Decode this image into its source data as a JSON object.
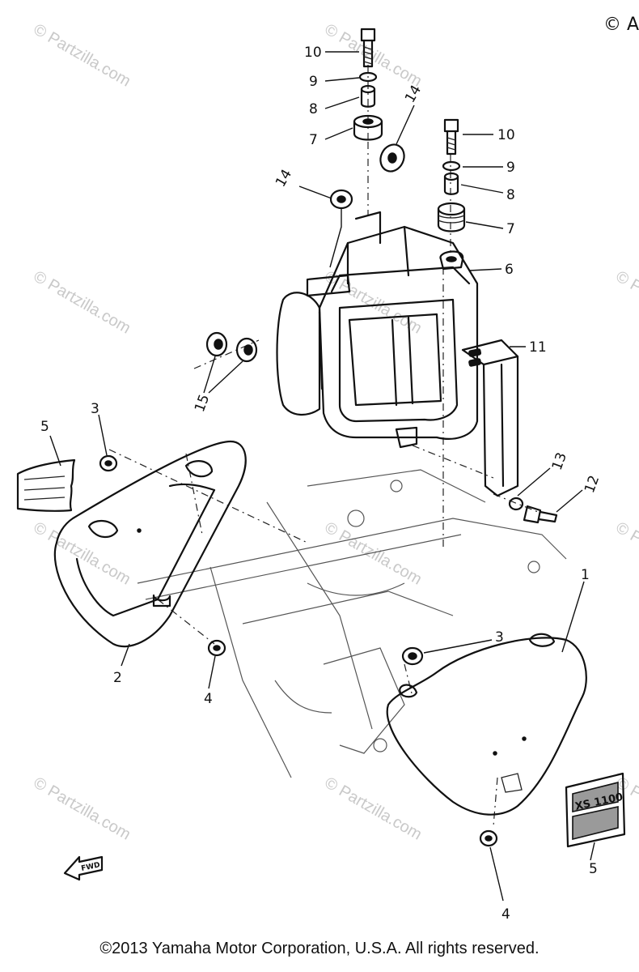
{
  "corner_mark": "© A",
  "footer": "©2013 Yamaha Motor Corporation, U.S.A. All rights reserved.",
  "watermark_text": "© Partzilla.com",
  "fwd_label": "FWD",
  "emblem_text": "XS 1100",
  "callouts": {
    "c10a": "10",
    "c9a": "9",
    "c8a": "8",
    "c7a": "7",
    "c14a": "14",
    "c10b": "10",
    "c9b": "9",
    "c8b": "8",
    "c7b": "7",
    "c14b": "14",
    "c6": "6",
    "c11": "11",
    "c15": "15",
    "c13": "13",
    "c12": "12",
    "c5a": "5",
    "c3a": "3",
    "c2": "2",
    "c4a": "4",
    "c1": "1",
    "c3b": "3",
    "c4b": "4",
    "c5b": "5"
  }
}
